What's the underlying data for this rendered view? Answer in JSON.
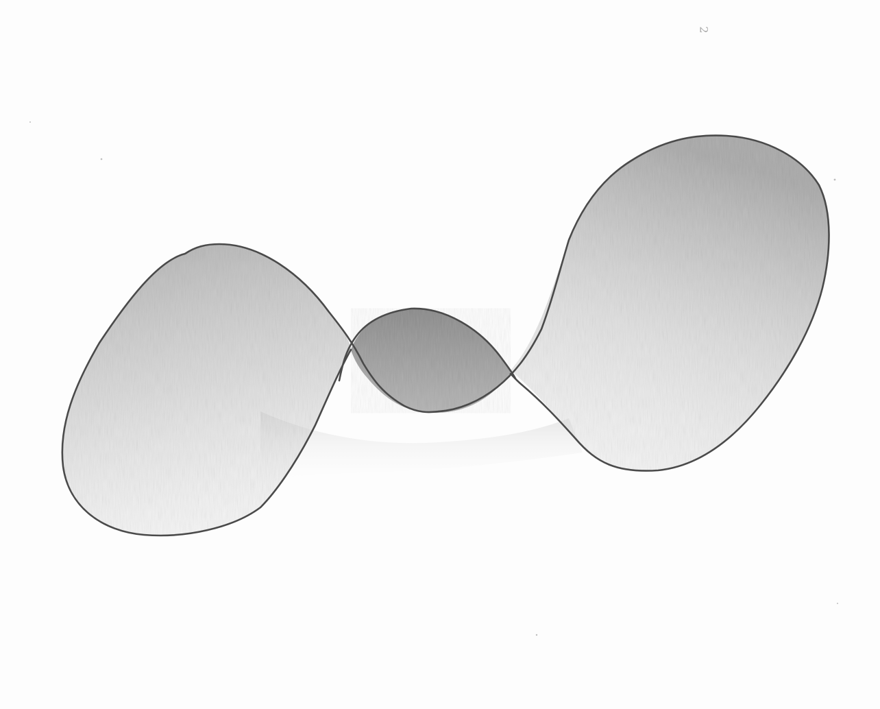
{
  "scene": {
    "description_free": true,
    "page_mark": "2",
    "palette": {
      "paper": "#fdfdfd",
      "stroke": "#4a4a4a",
      "shade_dark": "#8a8a8a",
      "shade_light": "#d8d8d8"
    },
    "shapes": [
      {
        "name": "left-lobe-outline"
      },
      {
        "name": "middle-lobe-outline"
      },
      {
        "name": "right-lobe-outline"
      }
    ]
  }
}
